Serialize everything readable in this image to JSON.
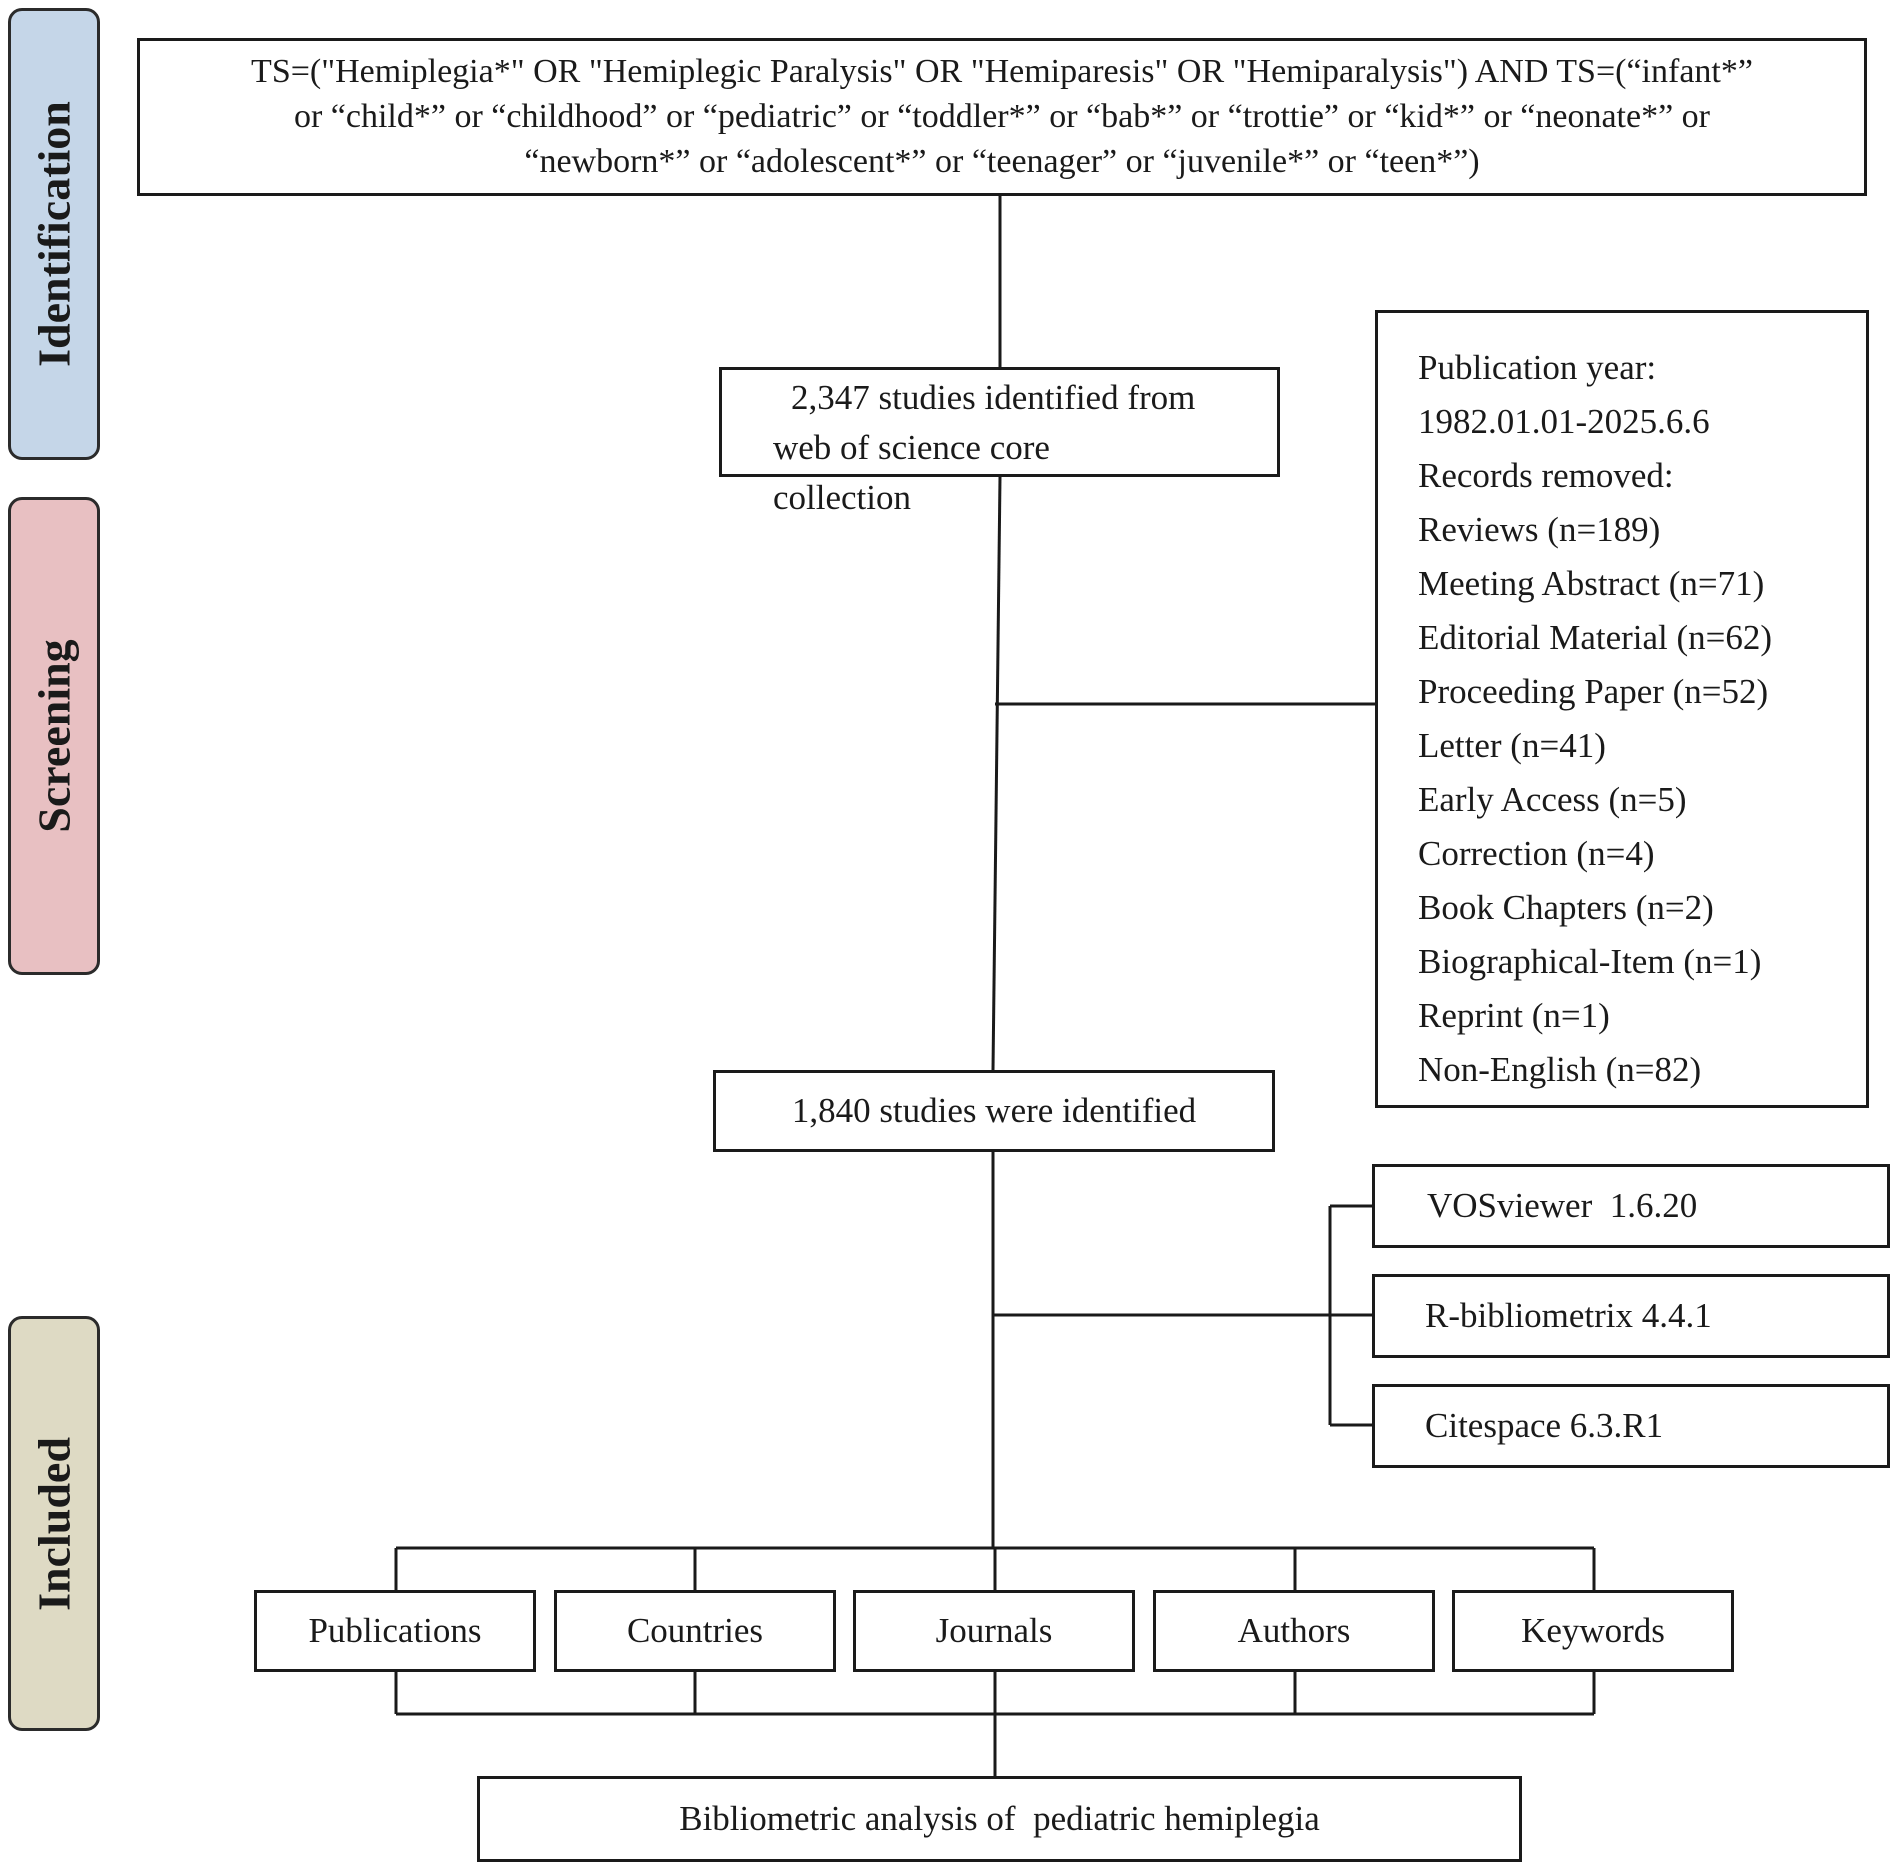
{
  "stages": {
    "identification": {
      "label": "Identification",
      "color": "#c5d6e8"
    },
    "screening": {
      "label": "Screening",
      "color": "#e8c0c2"
    },
    "included": {
      "label": "Included",
      "color": "#dedac4"
    }
  },
  "search_query": {
    "lines": [
      "TS=(\"Hemiplegia*\" OR \"Hemiplegic Paralysis\" OR \"Hemiparesis\" OR \"Hemiparalysis\") AND TS=(“infant*”",
      "or “child*” or “childhood” or “pediatric” or “toddler*” or “bab*” or “trottie” or “kid*” or “neonate*” or",
      "“newborn*” or “adolescent*” or “teenager” or “juvenile*” or “teen*”)"
    ]
  },
  "identified": {
    "line1": "2,347 studies identified from",
    "line2": "web of science core",
    "line3": "collection"
  },
  "exclusion": {
    "items": [
      "Publication year:",
      "1982.01.01-2025.6.6",
      "Records removed:",
      "Reviews (n=189)",
      "Meeting Abstract (n=71)",
      "Editorial Material (n=62)",
      "Proceeding Paper (n=52)",
      "Letter (n=41)",
      "Early Access (n=5)",
      "Correction (n=4)",
      "Book Chapters (n=2)",
      "Biographical-Item (n=1)",
      "Reprint (n=1)",
      "Non-English (n=82)"
    ]
  },
  "screened": {
    "label": "1,840 studies were identified"
  },
  "tools": [
    "VOSviewer  1.6.20",
    "R-bibliometrix 4.4.1",
    "Citespace 6.3.R1"
  ],
  "analyses": [
    "Publications",
    "Countries",
    "Journals",
    "Authors",
    "Keywords"
  ],
  "final": {
    "label": "Bibliometric analysis of  pediatric hemiplegia"
  }
}
